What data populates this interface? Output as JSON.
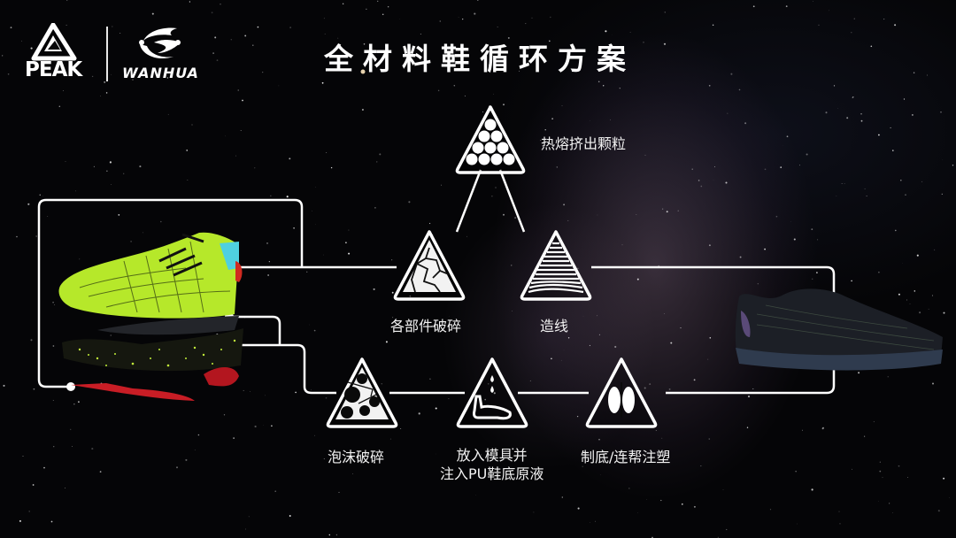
{
  "header": {
    "title": "全材料鞋循环方案",
    "logos": [
      {
        "name": "PEAK",
        "text": "PEAK"
      },
      {
        "name": "WANHUA",
        "text": "WANHUA"
      }
    ]
  },
  "process": {
    "steps": [
      {
        "id": "pellets",
        "icon": "billiard-balls-triangle-icon",
        "label": "热熔挤出颗粒"
      },
      {
        "id": "crush-parts",
        "icon": "cracked-triangle-icon",
        "label": "各部件破碎"
      },
      {
        "id": "make-yarn",
        "icon": "striped-triangle-icon",
        "label": "造线"
      },
      {
        "id": "foam-crush",
        "icon": "foam-bubbles-triangle-icon",
        "label": "泡沫破碎"
      },
      {
        "id": "mold-pu",
        "icon": "foot-drops-triangle-icon",
        "label_line1": "放入模具并",
        "label_line2": "注入PU鞋底原液"
      },
      {
        "id": "sole-molding",
        "icon": "footprints-triangle-icon",
        "label": "制底/连帮注塑"
      }
    ]
  },
  "products": {
    "left_shoe": "exploded-neon-green-shoe",
    "right_shoe": "black-recycled-running-shoe"
  },
  "colors": {
    "background": "#050507",
    "lines": "#ffffff",
    "shoe_green": "#b6e82a",
    "shoe_red": "#c81d25",
    "shoe_black": "#1c1f26"
  }
}
